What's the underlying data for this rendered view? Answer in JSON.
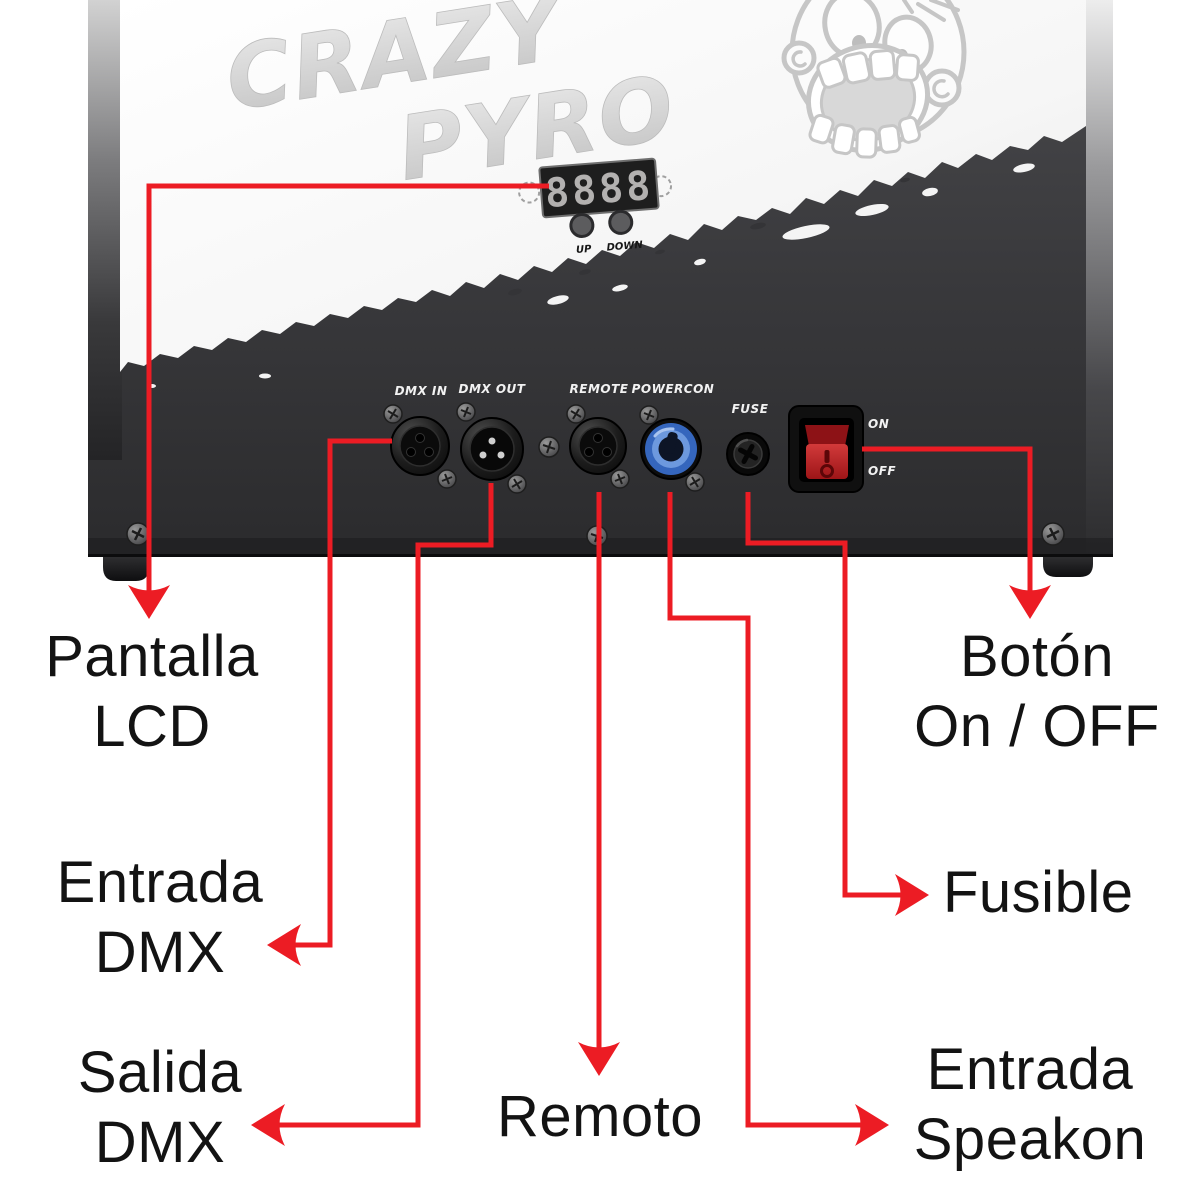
{
  "device": {
    "brand_line1": "CRAZY",
    "brand_line2": "PYRO",
    "display": {
      "digits": "8888",
      "up_label": "UP",
      "down_label": "DOWN"
    },
    "panel": {
      "connectors": [
        {
          "id": "dmx-in",
          "label": "DMX IN"
        },
        {
          "id": "dmx-out",
          "label": "DMX OUT"
        },
        {
          "id": "remote",
          "label": "REMOTE"
        },
        {
          "id": "powercon",
          "label": "POWERCON"
        },
        {
          "id": "fuse",
          "label": "FUSE"
        }
      ],
      "switch": {
        "on_label": "ON",
        "off_label": "OFF",
        "top_mark": "I",
        "bottom_mark": "O"
      }
    }
  },
  "callouts": [
    {
      "id": "pantalla-lcd",
      "lines": [
        "Pantalla",
        "LCD"
      ]
    },
    {
      "id": "entrada-dmx",
      "lines": [
        "Entrada",
        "DMX"
      ]
    },
    {
      "id": "salida-dmx",
      "lines": [
        "Salida",
        "DMX"
      ]
    },
    {
      "id": "remoto",
      "lines": [
        "Remoto"
      ]
    },
    {
      "id": "boton-on-off",
      "lines": [
        "Botón",
        "On / OFF"
      ]
    },
    {
      "id": "fusible",
      "lines": [
        "Fusible"
      ]
    },
    {
      "id": "entrada-speakon",
      "lines": [
        "Entrada",
        "Speakon"
      ]
    }
  ],
  "colors": {
    "callout_red": "#ec1c24",
    "panel_dark": "#323234",
    "front_panel_white": "#f7f7f7",
    "powercon_blue": "#4a7fd4",
    "switch_red": "#c62a2c",
    "label_text": "#131313"
  }
}
